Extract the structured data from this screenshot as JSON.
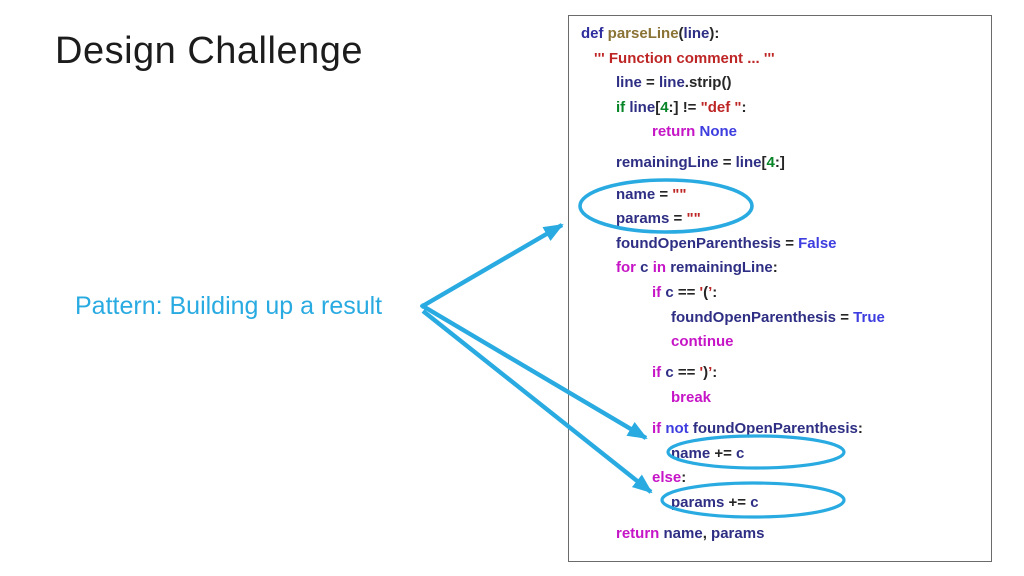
{
  "slide": {
    "title": "Design Challenge",
    "pattern_label": "Pattern: Building up a result",
    "accent_color": "#29ABE2"
  },
  "code_panel": {
    "token_colors": {
      "d": "#2E2E9E",
      "f": "#8A7335",
      "i": "#2E2E84",
      "o": "#262626",
      "s": "#BE2626",
      "n": "#078527",
      "g": "#078527",
      "m": "#C615C6",
      "v": "#3D3DE0"
    },
    "lines": [
      {
        "ind": 0,
        "gap": false,
        "tokens": [
          [
            "d",
            "def"
          ],
          [
            "o",
            " "
          ],
          [
            "f",
            "parseLine"
          ],
          [
            "o",
            "("
          ],
          [
            "i",
            "line"
          ],
          [
            "o",
            "):"
          ]
        ]
      },
      {
        "ind": 1,
        "gap": false,
        "tokens": [
          [
            "s",
            "''' Function comment ... '''"
          ]
        ]
      },
      {
        "ind": 2,
        "gap": false,
        "tokens": [
          [
            "i",
            "line"
          ],
          [
            "o",
            " = "
          ],
          [
            "i",
            "line"
          ],
          [
            "o",
            ".strip()"
          ]
        ]
      },
      {
        "ind": 2,
        "gap": false,
        "tokens": [
          [
            "g",
            "if"
          ],
          [
            "o",
            " "
          ],
          [
            "i",
            "line"
          ],
          [
            "o",
            "["
          ],
          [
            "n",
            "4"
          ],
          [
            "o",
            ":] != "
          ],
          [
            "s",
            "\"def \""
          ],
          [
            "o",
            ":"
          ]
        ]
      },
      {
        "ind": 3,
        "gap": false,
        "tokens": [
          [
            "m",
            "return"
          ],
          [
            "o",
            " "
          ],
          [
            "v",
            "None"
          ]
        ]
      },
      {
        "ind": 2,
        "gap": true,
        "tokens": [
          [
            "i",
            "remainingLine"
          ],
          [
            "o",
            " = "
          ],
          [
            "i",
            "line"
          ],
          [
            "o",
            "["
          ],
          [
            "n",
            "4"
          ],
          [
            "o",
            ":]"
          ]
        ]
      },
      {
        "ind": 2,
        "gap": true,
        "tokens": [
          [
            "i",
            "name"
          ],
          [
            "o",
            " = "
          ],
          [
            "s",
            "\"\""
          ]
        ]
      },
      {
        "ind": 2,
        "gap": false,
        "tokens": [
          [
            "i",
            "params"
          ],
          [
            "o",
            " = "
          ],
          [
            "s",
            "\"\""
          ]
        ]
      },
      {
        "ind": 2,
        "gap": false,
        "tokens": [
          [
            "i",
            "foundOpenParenthesis"
          ],
          [
            "o",
            " = "
          ],
          [
            "v",
            "False"
          ]
        ]
      },
      {
        "ind": 2,
        "gap": false,
        "tokens": [
          [
            "m",
            "for"
          ],
          [
            "o",
            " "
          ],
          [
            "i",
            "c"
          ],
          [
            "o",
            " "
          ],
          [
            "m",
            "in"
          ],
          [
            "o",
            " "
          ],
          [
            "i",
            "remainingLine"
          ],
          [
            "o",
            ":"
          ]
        ]
      },
      {
        "ind": 3,
        "gap": false,
        "tokens": [
          [
            "m",
            "if"
          ],
          [
            "o",
            " "
          ],
          [
            "i",
            "c"
          ],
          [
            "o",
            " == "
          ],
          [
            "s",
            "'"
          ],
          [
            "o",
            "("
          ],
          [
            "s",
            "’"
          ],
          [
            "o",
            ":"
          ]
        ]
      },
      {
        "ind": 4,
        "gap": false,
        "tokens": [
          [
            "i",
            "foundOpenParenthesis"
          ],
          [
            "o",
            " = "
          ],
          [
            "v",
            "True"
          ]
        ]
      },
      {
        "ind": 4,
        "gap": false,
        "tokens": [
          [
            "m",
            "continue"
          ]
        ]
      },
      {
        "ind": 3,
        "gap": true,
        "tokens": [
          [
            "m",
            "if"
          ],
          [
            "o",
            " "
          ],
          [
            "i",
            "c"
          ],
          [
            "o",
            " == "
          ],
          [
            "s",
            "'"
          ],
          [
            "o",
            ")"
          ],
          [
            "s",
            "’"
          ],
          [
            "o",
            ":"
          ]
        ]
      },
      {
        "ind": 4,
        "gap": false,
        "tokens": [
          [
            "m",
            "break"
          ]
        ]
      },
      {
        "ind": 3,
        "gap": true,
        "tokens": [
          [
            "m",
            "if"
          ],
          [
            "o",
            " "
          ],
          [
            "v",
            "not"
          ],
          [
            "o",
            " "
          ],
          [
            "i",
            "foundOpenParenthesis"
          ],
          [
            "o",
            ":"
          ]
        ]
      },
      {
        "ind": 4,
        "gap": false,
        "tokens": [
          [
            "i",
            "name"
          ],
          [
            "o",
            " += "
          ],
          [
            "i",
            "c"
          ]
        ]
      },
      {
        "ind": 3,
        "gap": false,
        "tokens": [
          [
            "m",
            "else"
          ],
          [
            "o",
            ":"
          ]
        ]
      },
      {
        "ind": 4,
        "gap": false,
        "tokens": [
          [
            "i",
            "params"
          ],
          [
            "o",
            " += "
          ],
          [
            "i",
            "c"
          ]
        ]
      },
      {
        "ind": 2,
        "gap": true,
        "tokens": [
          [
            "m",
            "return"
          ],
          [
            "o",
            " "
          ],
          [
            "i",
            "name"
          ],
          [
            "o",
            ", "
          ],
          [
            "i",
            "params"
          ]
        ]
      }
    ]
  }
}
